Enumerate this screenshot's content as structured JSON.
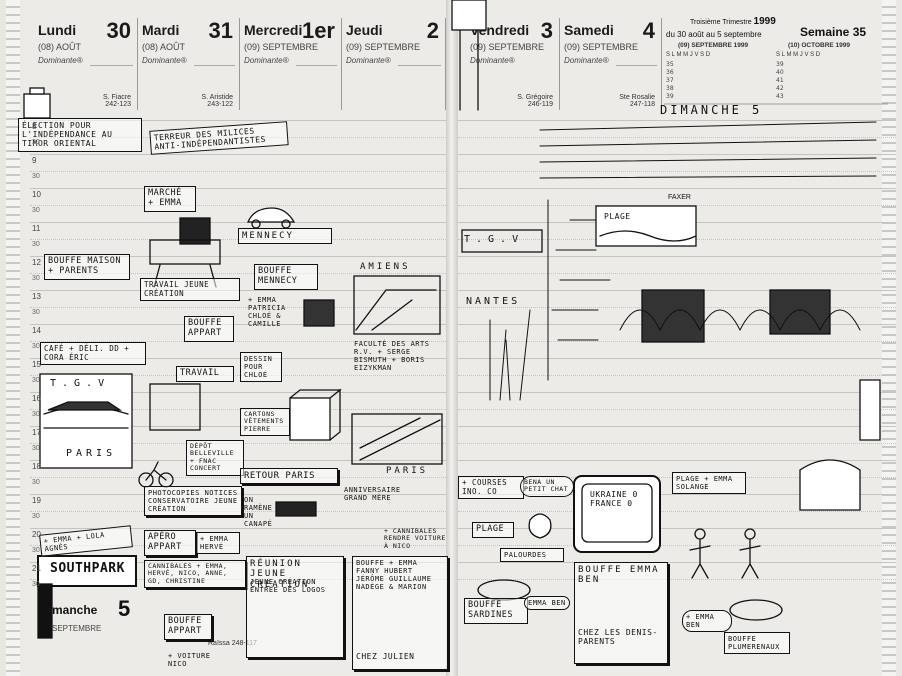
{
  "week": {
    "trimestre": "Troisième Trimestre",
    "year": "1999",
    "range": "du 30 août au 5 septembre",
    "semaine": "Semaine 35"
  },
  "days": [
    {
      "name": "Lundi",
      "num": "30",
      "month": "(08) AOÛT",
      "dominante": "Dominante®",
      "saint": "S. Fiacre",
      "saint_code": "242-123"
    },
    {
      "name": "Mardi",
      "num": "31",
      "month": "(08) AOÛT",
      "dominante": "Dominante®",
      "saint": "S. Aristide",
      "saint_code": "243-122"
    },
    {
      "name": "Mercredi",
      "num": "1er",
      "month": "(09) SEPTEMBRE",
      "dominante": "Dominante®",
      "saint": "",
      "saint_code": ""
    },
    {
      "name": "Jeudi",
      "num": "2",
      "month": "(09) SEPTEMBRE",
      "dominante": "Dominante®",
      "saint": "",
      "saint_code": ""
    },
    {
      "name": "Vendredi",
      "num": "3",
      "month": "(09) SEPTEMBRE",
      "dominante": "Dominante®",
      "saint": "S. Grégoire",
      "saint_code": "246-119"
    },
    {
      "name": "Samedi",
      "num": "4",
      "month": "(09) SEPTEMBRE",
      "dominante": "Dominante®",
      "saint": "Ste Rosalie",
      "saint_code": "247-118"
    }
  ],
  "sunday": {
    "name": "Dimanche",
    "num": "5",
    "month": "SEPTEMBRE",
    "saint": "Raïssa",
    "saint_code": "248-117"
  },
  "mini_calendar": {
    "sept_title": "(09) SEPTEMBRE 1999",
    "oct_title": "(10) OCTOBRE 1999",
    "weekdays": "S  L  M  M  J  V  S  D"
  },
  "hours": [
    "8",
    "9",
    "10",
    "11",
    "12",
    "13",
    "14",
    "15",
    "16",
    "17",
    "18",
    "19",
    "20",
    "21"
  ],
  "half": "30",
  "notes": {
    "election": "ÉLECTION POUR L'INDÉPENDANCE AU TIMOR ORIENTAL",
    "terreur": "TERREUR DES MILICES ANTI-INDÉPENDANTISTES",
    "bouffe_maison": "BOUFFE MAISON + PARENTS",
    "cafe": "CAFÉ + DÉLI. DD + CORA ÉRIC",
    "tgv_paris_l": "T.G.V",
    "paris_l": "PARIS",
    "emma_lola": "+ EMMA + LOLA AGNÈS",
    "southpark": "SOUTHPARK",
    "marche_emma": "MARCHÉ + EMMA",
    "travail_jc": "TRAVAIL JEUNE CRÉATION",
    "bouffe_appart": "BOUFFE APPART",
    "travail2": "TRAVAIL",
    "depot_fnac": "DÉPÔT BELLEVILLE + FNAC CONCERT",
    "photocopies": "PHOTOCOPIES NOTICES CONSERVATOIRE JEUNE CRÉATION",
    "apero": "APÉRO APPART",
    "emma_herve": "+ EMMA HERVÉ",
    "cannibales_l": "CANNIBALES + EMMA, HERVÉ, NICO, ANNE, GD, CHRISTINE",
    "bouffe_appart2": "BOUFFE APPART",
    "voiture_nico": "+ VOITURE NICO",
    "mennecy": "MENNECY",
    "bouffe_mennecy": "BOUFFE MENNECY",
    "emma_chloe": "+ EMMA PATRICIA CHLOÉ & CAMILLE",
    "dessin_chloe": "DESSIN POUR CHLOÉ",
    "cartons": "CARTONS VÊTEMENTS PIERRE",
    "retour_paris": "RETOUR PARIS",
    "canape": "ON RAMÈNE UN CANAPÉ",
    "reunion": "RÉUNION JEUNE CRÉATION",
    "entree_logos": "JEUNE CRÉATION ENTRÉE DES LOGOS",
    "amiens": "AMIENS",
    "faculte": "FACULTÉ DES ARTS R.V. + SERGE BISMUTH + BORIS EIZYKMAN",
    "paris_j": "PARIS",
    "anniversaire": "ANNIVERSAIRE GRAND MÈRE",
    "cannibales_j": "+ CANNIBALES RENDRE VOITURE À NICO",
    "bouffe_j": "BOUFFE + EMMA FANNY HUBERT JÉRÔME GUILLAUME NADÈGE & MARION",
    "chez_julien": "CHEZ JULIEN",
    "tgv_r": "T.G.V",
    "nantes": "NANTES",
    "courses": "+ COURSES INO. CO",
    "plage_v": "PLAGE",
    "palourdes": "PALOURDES",
    "bouffe_sardines": "BOUFFE SARDINES",
    "emma_ben": "EMMA BEN",
    "bena": "BENA UN PETIT CHAT",
    "ukraine": "UKRAINE 0 FRANCE 0",
    "bouffe_s": "BOUFFE EMMA BEN",
    "chez_parents": "CHEZ LES DENIS-PARENTS",
    "dimanche5": "DIMANCHE 5",
    "faxer": "FAXER",
    "plage_d": "PLAGE",
    "plage_emma": "PLAGE + EMMA SOLANGE",
    "emma_ben_d": "+ EMMA BEN",
    "bouffe_plumerenaux": "BOUFFE PLUMERENAUX"
  }
}
